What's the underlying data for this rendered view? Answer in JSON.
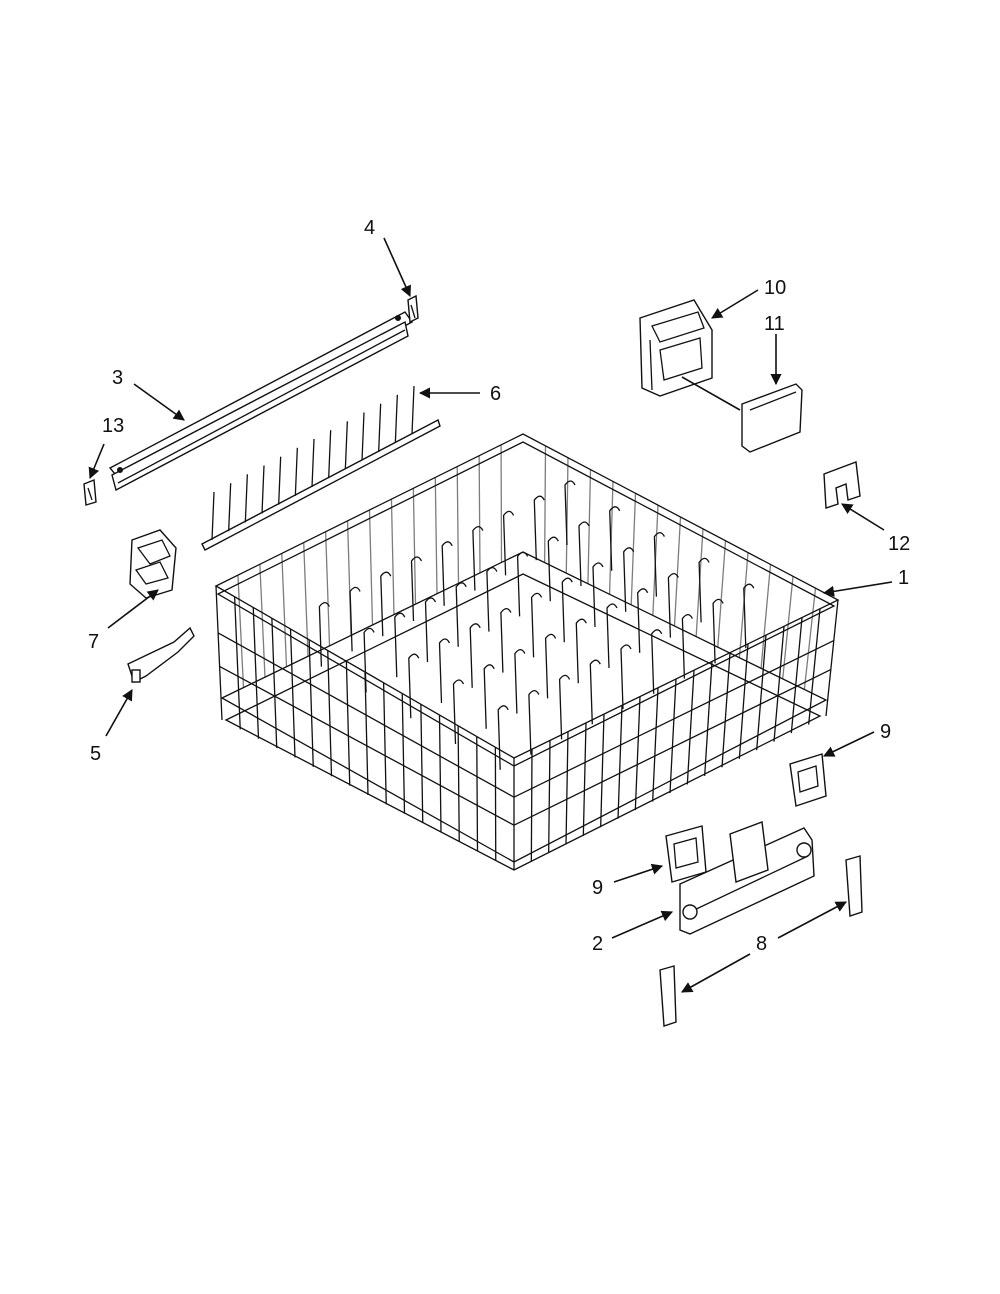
{
  "callouts": [
    {
      "id": "4",
      "label": "4"
    },
    {
      "id": "3",
      "label": "3"
    },
    {
      "id": "13",
      "label": "13"
    },
    {
      "id": "6",
      "label": "6"
    },
    {
      "id": "10",
      "label": "10"
    },
    {
      "id": "11",
      "label": "11"
    },
    {
      "id": "12",
      "label": "12"
    },
    {
      "id": "1",
      "label": "1"
    },
    {
      "id": "7",
      "label": "7"
    },
    {
      "id": "5",
      "label": "5"
    },
    {
      "id": "9a",
      "label": "9"
    },
    {
      "id": "9b",
      "label": "9"
    },
    {
      "id": "2",
      "label": "2"
    },
    {
      "id": "8",
      "label": "8"
    }
  ]
}
